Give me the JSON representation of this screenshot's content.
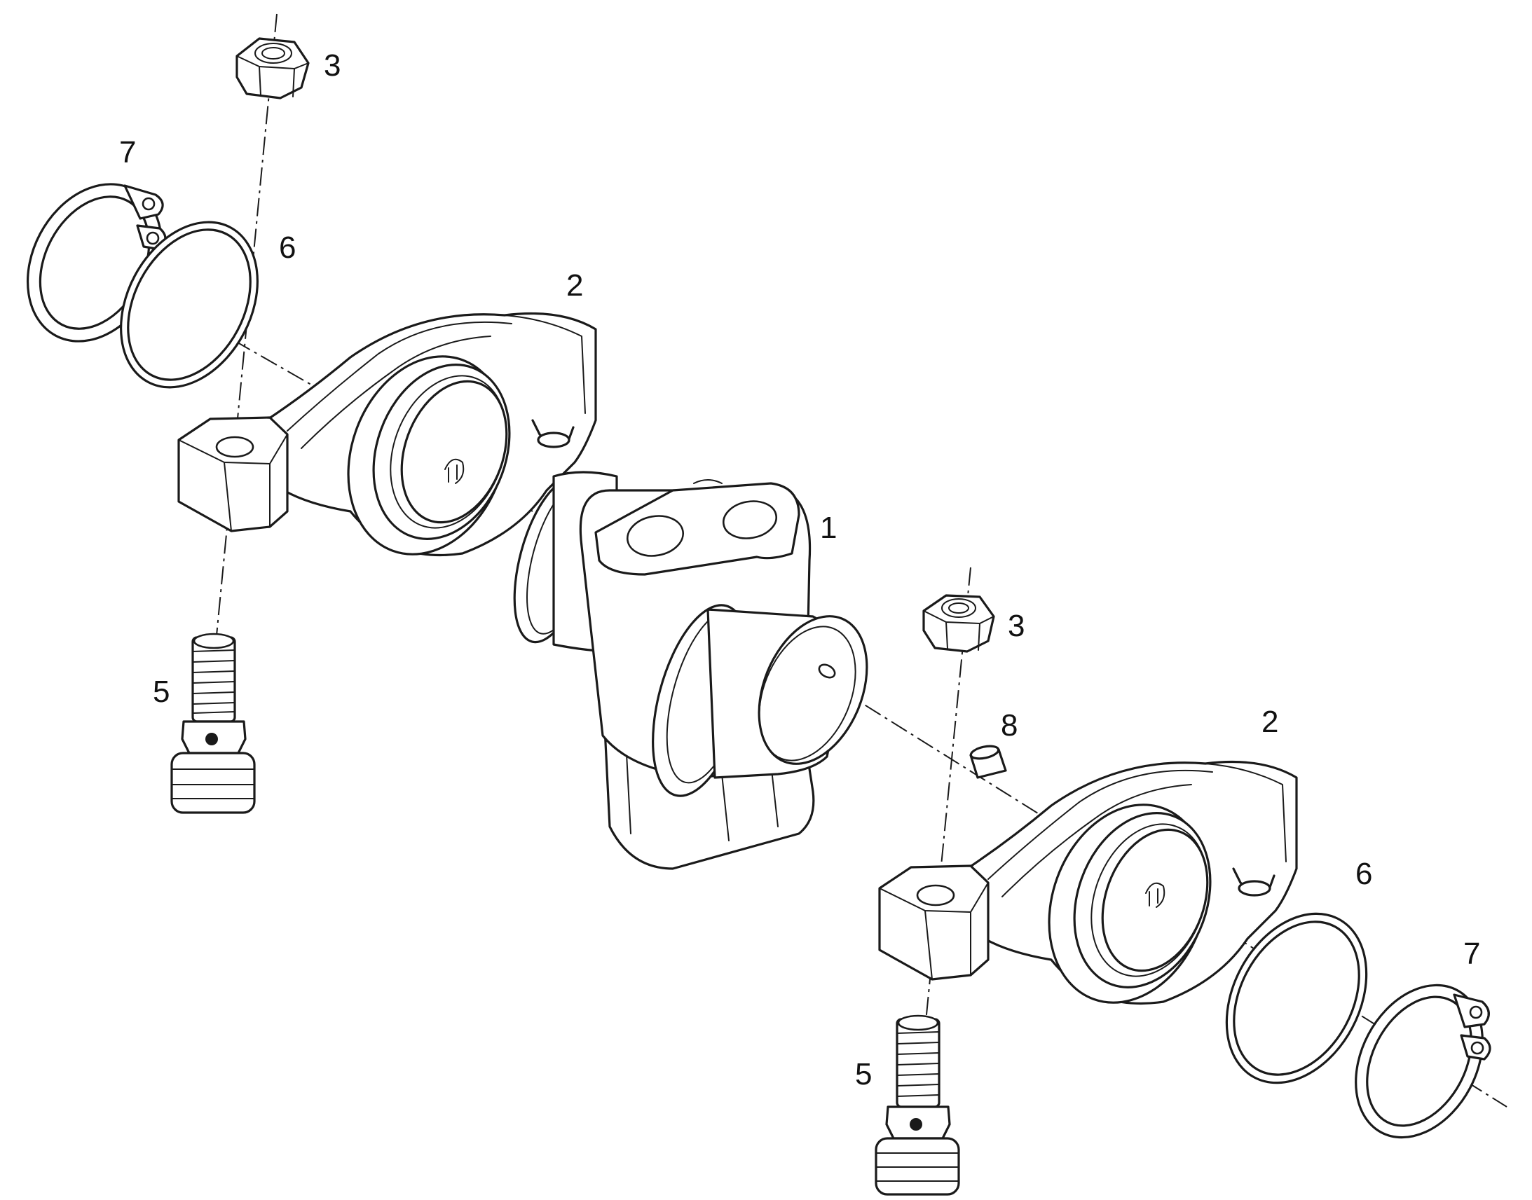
{
  "diagram": {
    "callouts": {
      "c1": "1",
      "c2a": "2",
      "c2b": "2",
      "c3a": "3",
      "c3b": "3",
      "c5a": "5",
      "c5b": "5",
      "c6a": "6",
      "c6b": "6",
      "c7a": "7",
      "c7b": "7",
      "c8": "8"
    }
  }
}
